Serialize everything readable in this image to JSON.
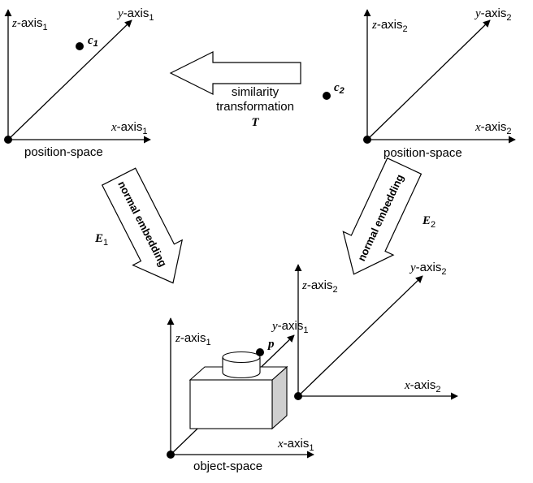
{
  "axes": {
    "z_prefix": "z",
    "y_prefix": "y",
    "x_prefix": "x",
    "axis_word": "-axis",
    "sub1": "1",
    "sub2": "2"
  },
  "labels": {
    "position_space_1": "position-space",
    "position_space_2": "position-space",
    "object_space": "object-space",
    "similarity_line1": "similarity",
    "similarity_line2": "transformation",
    "T": "T",
    "normal_embedding_1": "normal embedding",
    "normal_embedding_2": "normal embedding",
    "E": "E",
    "c": "c",
    "p": "p"
  }
}
